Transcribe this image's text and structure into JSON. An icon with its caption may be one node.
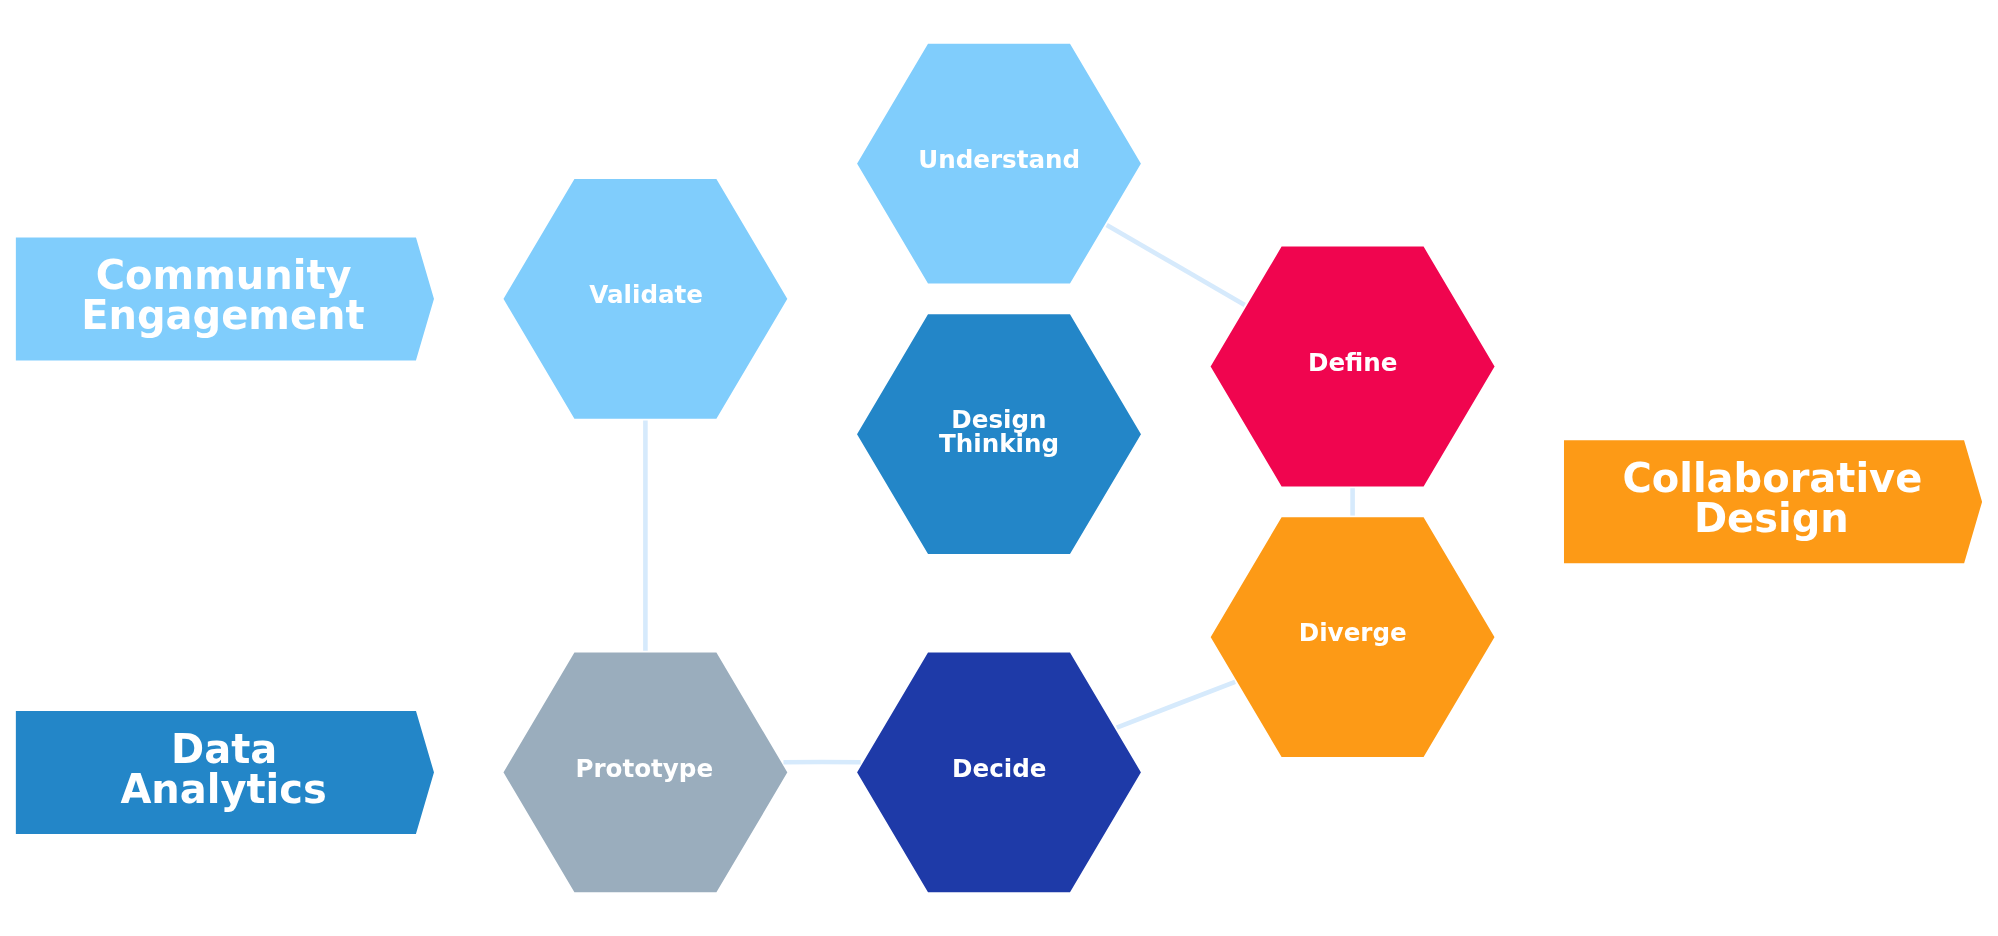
{
  "diagram": {
    "nodes": [
      {
        "text": [
          "Understand"
        ]
      },
      {
        "text": [
          "Community Engagement"
        ]
      },
      {
        "text": [
          "Validate"
        ]
      },
      {
        "text": [
          "Define"
        ]
      },
      {
        "text": [
          "Design Thinking"
        ]
      },
      {
        "text": [
          "Collaborative Design"
        ]
      },
      {
        "text": [
          "Data Analytics"
        ]
      },
      {
        "text": [
          "Prototype"
        ]
      },
      {
        "text": [
          "Diverge"
        ]
      },
      {
        "text": [
          "Decide"
        ]
      }
    ],
    "edges": [
      {
        "from": 0,
        "to": 3,
        "arrow": "none"
      },
      {
        "from": 3,
        "to": 8,
        "arrow": "none"
      },
      {
        "from": 8,
        "to": 9,
        "arrow": "none"
      },
      {
        "from": 9,
        "to": 7,
        "arrow": "none"
      },
      {
        "from": 7,
        "to": 2,
        "arrow": "none"
      }
    ]
  }
}
